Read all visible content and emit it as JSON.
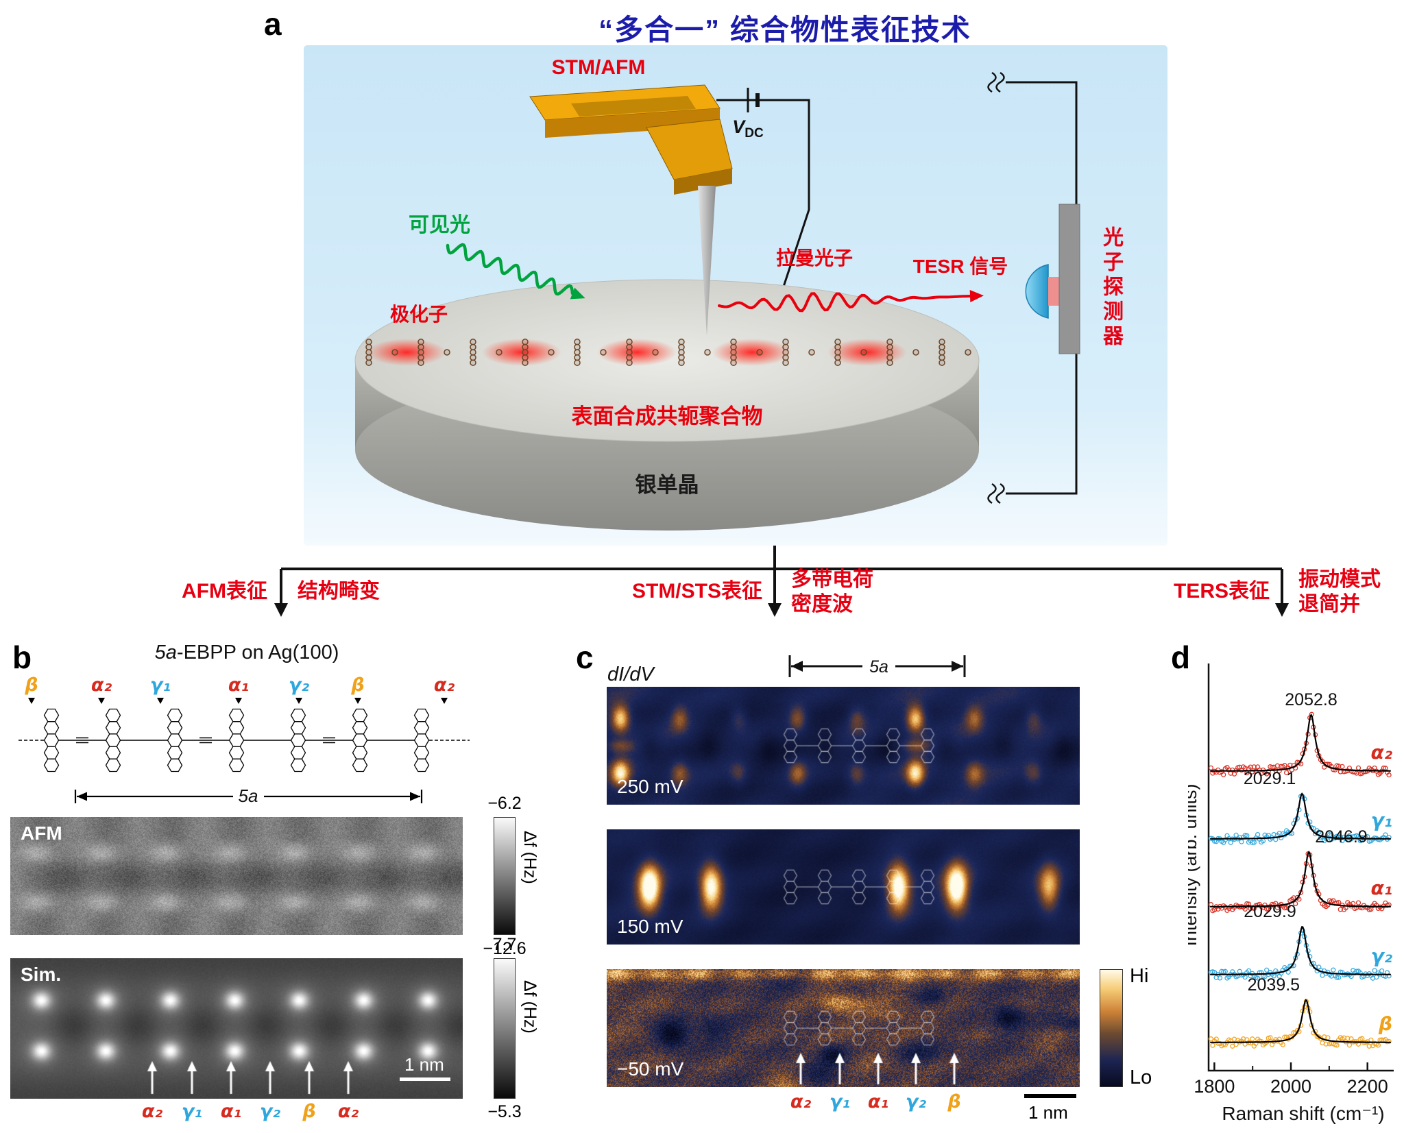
{
  "figure": {
    "title": "“多合一” 综合物性表征技术",
    "panels": {
      "a": "a",
      "b": "b",
      "c": "c",
      "d": "d"
    }
  },
  "colors": {
    "accent_red": "#e60012",
    "title_blue": "#1c1cab",
    "site_red": "#d62b1f",
    "site_blue": "#2fa7dc",
    "site_orange": "#f0a11a",
    "visible_light_green": "#00a33e"
  },
  "panel_a": {
    "probe_label": "STM/AFM",
    "bias_label": "V",
    "bias_sub": "DC",
    "visible_light": "可见光",
    "polaron": "极化子",
    "raman_photon": "拉曼光子",
    "tesr_signal": "TESR 信号",
    "polymer": "表面合成共轭聚合物",
    "crystal": "银单晶",
    "detector": "光子探测器"
  },
  "methods": [
    {
      "method": "AFM表征",
      "result_line1": "结构畸变",
      "result_line2": ""
    },
    {
      "method": "STM/STS表征",
      "result_line1": "多带电荷",
      "result_line2": "密度波"
    },
    {
      "method": "TERS表征",
      "result_line1": "振动模式",
      "result_line2": "退简并"
    }
  ],
  "panel_b": {
    "title_prefix": "5a",
    "title_suffix": "-EBPP on Ag(100)",
    "site_labels": [
      {
        "text": "β",
        "color": "#f0a11a"
      },
      {
        "text": "α₂",
        "color": "#d62b1f"
      },
      {
        "text": "γ₁",
        "color": "#2fa7dc"
      },
      {
        "text": "α₁",
        "color": "#d62b1f"
      },
      {
        "text": "γ₂",
        "color": "#2fa7dc"
      },
      {
        "text": "β",
        "color": "#f0a11a"
      },
      {
        "text": "α₂",
        "color": "#d62b1f"
      }
    ],
    "span_label": "5a",
    "afm_image_label": "AFM",
    "sim_image_label": "Sim.",
    "afm_colorbar": {
      "max": "−6.2",
      "min": "−12.6",
      "unit": "Δf (Hz)"
    },
    "sim_colorbar": {
      "max": "7.7",
      "min": "−5.3",
      "unit": "Δf (Hz)"
    },
    "scale_bar": "1 nm",
    "feature_labels": [
      {
        "text": "α₂",
        "color": "#d62b1f"
      },
      {
        "text": "γ₁",
        "color": "#2fa7dc"
      },
      {
        "text": "α₁",
        "color": "#d62b1f"
      },
      {
        "text": "γ₂",
        "color": "#2fa7dc"
      },
      {
        "text": "β",
        "color": "#f0a11a"
      },
      {
        "text": "α₂",
        "color": "#d62b1f"
      }
    ]
  },
  "panel_c": {
    "map_type_label": "dI/dV",
    "span_label": "5a",
    "maps": [
      {
        "bias": "250 mV"
      },
      {
        "bias": "150 mV"
      },
      {
        "bias": "−50 mV"
      }
    ],
    "colorbar": {
      "max": "Hi",
      "min": "Lo"
    },
    "feature_labels": [
      {
        "text": "α₂",
        "color": "#d62b1f"
      },
      {
        "text": "γ₁",
        "color": "#2fa7dc"
      },
      {
        "text": "α₁",
        "color": "#d62b1f"
      },
      {
        "text": "γ₂",
        "color": "#2fa7dc"
      },
      {
        "text": "β",
        "color": "#f0a11a"
      }
    ],
    "scale_bar": "1 nm"
  },
  "chart_data": {
    "type": "line",
    "title": "",
    "xlabel": "Raman shift (cm⁻¹)",
    "ylabel": "Intensity (arb. units)",
    "xlim": [
      1785,
      2265
    ],
    "xticks": [
      1800,
      2000,
      2200
    ],
    "legend_position": "right-of-each-curve",
    "grid": false,
    "series": [
      {
        "name": "α₂",
        "peak": 2052.8,
        "color": "#d62b1f",
        "fit": "lorentzian",
        "fit_color": "#000000"
      },
      {
        "name": "γ₁",
        "peak": 2029.1,
        "color": "#2fa7dc",
        "fit": "lorentzian",
        "fit_color": "#000000"
      },
      {
        "name": "α₁",
        "peak": 2046.9,
        "color": "#d62b1f",
        "fit": "lorentzian",
        "fit_color": "#000000"
      },
      {
        "name": "γ₂",
        "peak": 2029.9,
        "color": "#2fa7dc",
        "fit": "lorentzian",
        "fit_color": "#000000"
      },
      {
        "name": "β",
        "peak": 2039.5,
        "color": "#f0a11a",
        "fit": "lorentzian",
        "fit_color": "#000000"
      }
    ]
  }
}
